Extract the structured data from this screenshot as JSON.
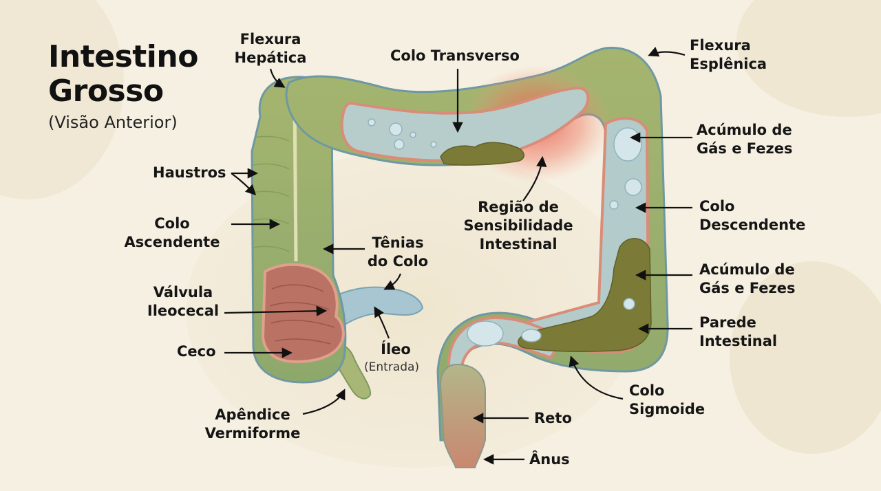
{
  "title_line1": "Intestino",
  "title_line2": "Grosso",
  "subtitle": "(Visão Anterior)",
  "labels": {
    "flexura_hepatica_1": "Flexura",
    "flexura_hepatica_2": "Hepática",
    "colo_transverso": "Colo Transverso",
    "flexura_esplenica_1": "Flexura",
    "flexura_esplenica_2": "Esplênica",
    "haustros": "Haustros",
    "colo_ascendente_1": "Colo",
    "colo_ascendente_2": "Ascendente",
    "tenias_1": "Tênias",
    "tenias_2": "do Colo",
    "valvula_1": "Válvula",
    "valvula_2": "Ileocecal",
    "ceco": "Ceco",
    "ileo": "Íleo",
    "ileo_sub": "(Entrada)",
    "apendice_1": "Apêndice",
    "apendice_2": "Vermiforme",
    "regiao_1": "Região de",
    "regiao_2": "Sensibilidade",
    "regiao_3": "Intestinal",
    "acumulo_top_1": "Acúmulo de",
    "acumulo_top_2": "Gás e Fezes",
    "colo_descendente_1": "Colo",
    "colo_descendente_2": "Descendente",
    "acumulo_bottom_1": "Acúmulo de",
    "acumulo_bottom_2": "Gás e Fezes",
    "parede_1": "Parede",
    "parede_2": "Intestinal",
    "colo_sigmoide_1": "Colo",
    "colo_sigmoide_2": "Sigmoide",
    "reto": "Reto",
    "anus": "Ânus"
  },
  "colors": {
    "background": "#f6f0e2",
    "colon_outer": "#8aa86a",
    "colon_outer_edge": "#6f9aa0",
    "lumen": "#a9c6c9",
    "lumen_wall": "#d98c77",
    "stool": "#7b7a36",
    "inflammation": "#e2564a",
    "cecum": "#b86e5f",
    "rectum": "#c7826c",
    "ileum": "#9cc0cc"
  }
}
